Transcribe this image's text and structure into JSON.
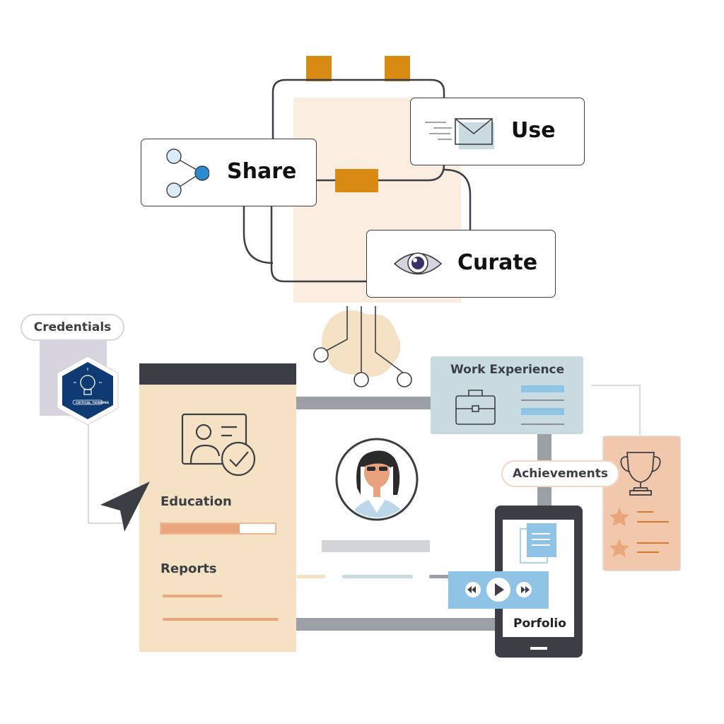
{
  "actions": {
    "share": "Share",
    "use": "Use",
    "curate": "Curate"
  },
  "labels": {
    "credentials": "Credentials",
    "work_experience": "Work Experience",
    "achievements": "Achievements",
    "education": "Education",
    "reports": "Reports",
    "portfolio": "Porfolio",
    "badge_text": "CRITICAL THINKING"
  },
  "progress": {
    "education_fraction": 0.69
  },
  "icons": {
    "share": "share-nodes-icon",
    "use": "envelope-icon",
    "curate": "eye-icon",
    "badge": "lightbulb-icon",
    "education": "id-card-check-icon",
    "work": "briefcase-icon",
    "achievements": "trophy-icon",
    "stars": "star-icon",
    "cursor": "arrow-cursor-icon",
    "document": "document-icon",
    "media": "media-controls-icon",
    "avatar": "avatar-icon"
  },
  "colors": {
    "orange": "#d98a12",
    "peach": "#f5e1c4",
    "salmon": "#e9a57c",
    "blue_gray": "#c9dbe0",
    "navy": "#0e3b73",
    "dark": "#3b3f45",
    "lavender": "#d7d3df",
    "light_blue": "#8fc4e6",
    "share_blue": "#2a8ccf",
    "trophy_bg": "#f2c8ad"
  }
}
